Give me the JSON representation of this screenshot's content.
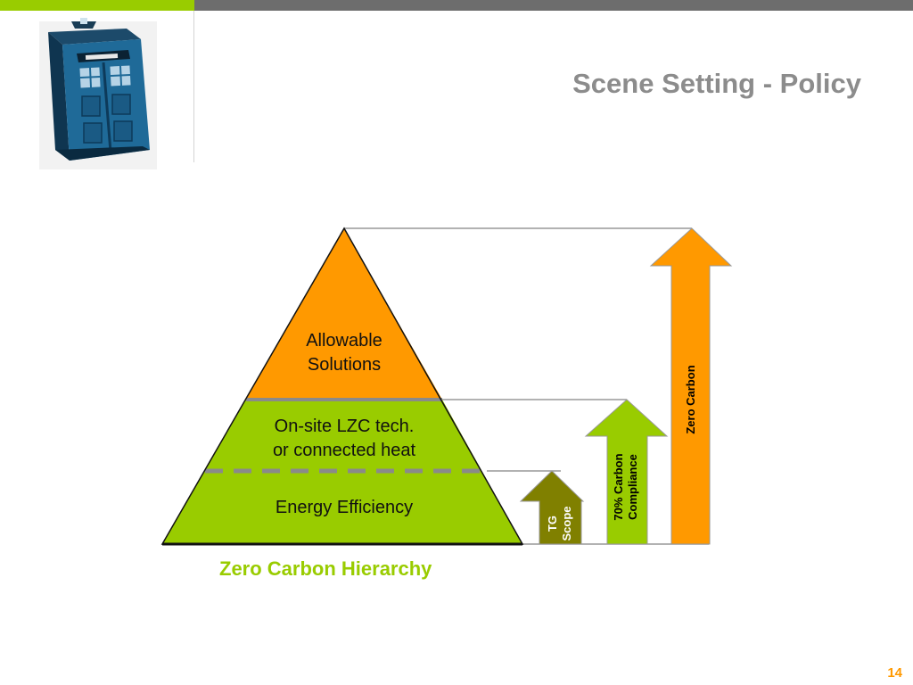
{
  "slide": {
    "title": "Scene Setting - Policy",
    "page_number": "14"
  },
  "colors": {
    "accent_green": "#99cc00",
    "header_grey": "#6d6d6d",
    "orange": "#ff9900",
    "olive": "#808000",
    "title_grey": "#8c8c8c",
    "divider_grey": "#8a8a8a"
  },
  "logo": {
    "icon": "police-box-icon"
  },
  "pyramid": {
    "caption": "Zero Carbon Hierarchy",
    "tiers": [
      {
        "line1": "Allowable",
        "line2": "Solutions"
      },
      {
        "line1": "On-site LZC tech.",
        "line2": "or connected heat"
      },
      {
        "line1": "Energy Efficiency"
      }
    ]
  },
  "arrows": [
    {
      "line1": "TG",
      "line2": "Scope"
    },
    {
      "line1": "70% Carbon",
      "line2": "Compliance"
    },
    {
      "line1": "Zero Carbon"
    }
  ]
}
